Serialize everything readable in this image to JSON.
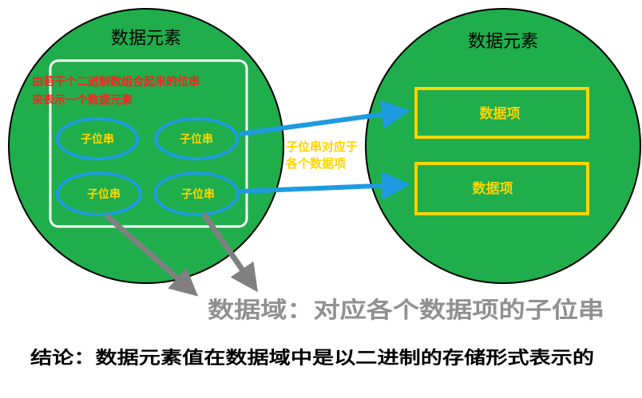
{
  "left_circle": {
    "title": "数据元素",
    "note_line1": "由若干个二进制数组合起来的位串",
    "note_line2": "来表示一个数据元素",
    "subs": [
      "子位串",
      "子位串",
      "子位串",
      "子位串"
    ]
  },
  "right_circle": {
    "title": "数据元素",
    "items": [
      "数据项",
      "数据项"
    ]
  },
  "mid_label": {
    "line1": "子位串对应于",
    "line2": "各个数据项"
  },
  "domain_label": "数据域：对应各个数据项的子位串",
  "conclusion": "结论：数据元素值在数据域中是以二进制的存储形式表示的",
  "colors": {
    "circle_fill": "#1fae4b",
    "circle_stroke": "#000000",
    "ellipse_stroke": "#1e9be0",
    "box_stroke": "#ffd400",
    "arrow_blue": "#1e9be0",
    "arrow_gray": "#808080",
    "note_red": "#ff2020",
    "text_yellow": "#ffd400"
  }
}
